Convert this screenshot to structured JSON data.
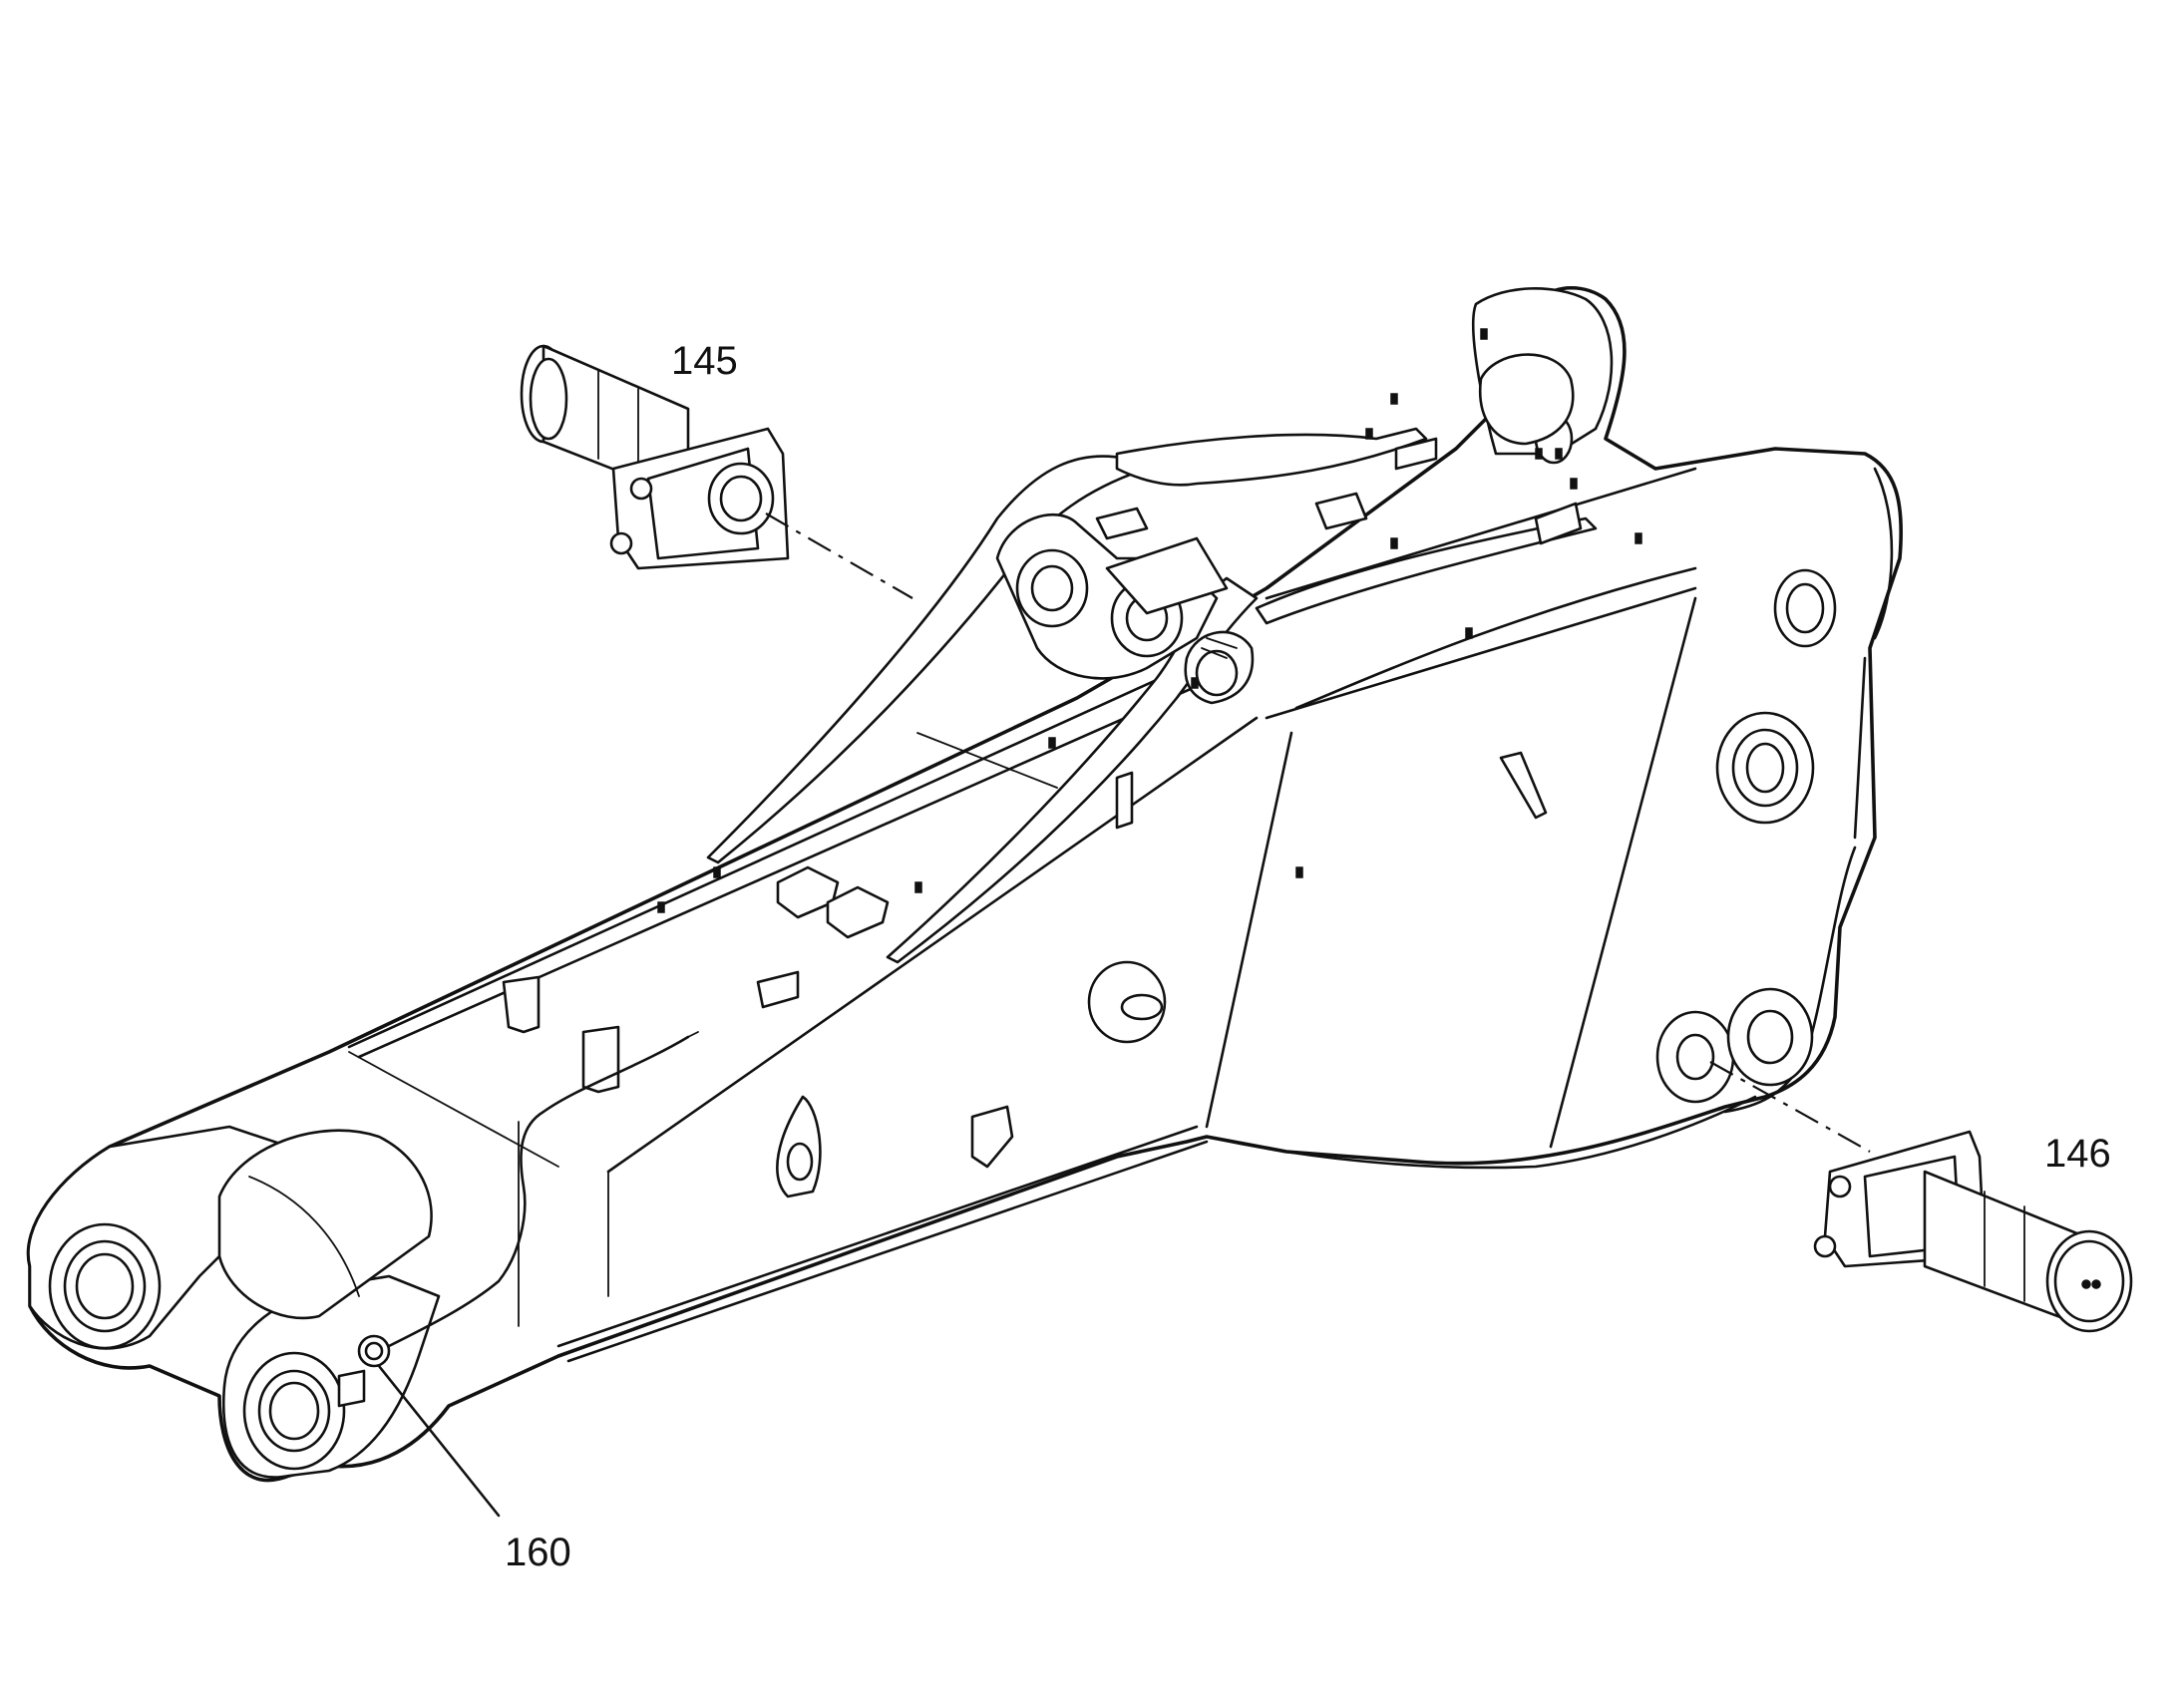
{
  "callouts": {
    "part_145": "145",
    "part_146": "146",
    "part_160": "160"
  },
  "icons": [
    "pin-assembly-icon",
    "boom-arm-icon",
    "sensor-icon"
  ],
  "colors": {
    "line": "#111111",
    "background": "#ffffff"
  }
}
